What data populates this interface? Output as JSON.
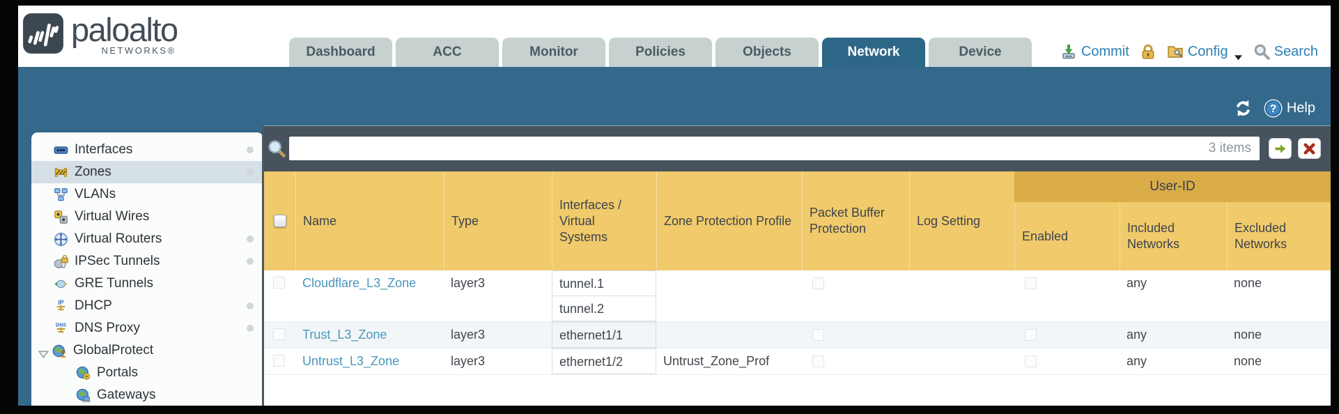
{
  "header": {
    "logo": {
      "brand": "paloalto",
      "sub": "NETWORKS®"
    },
    "tabs": [
      {
        "label": "Dashboard",
        "active": false
      },
      {
        "label": "ACC",
        "active": false
      },
      {
        "label": "Monitor",
        "active": false
      },
      {
        "label": "Policies",
        "active": false
      },
      {
        "label": "Objects",
        "active": false
      },
      {
        "label": "Network",
        "active": true
      },
      {
        "label": "Device",
        "active": false
      }
    ],
    "actions": {
      "commit_label": "Commit",
      "config_label": "Config",
      "search_label": "Search"
    }
  },
  "toolbar": {
    "help_label": "Help"
  },
  "sidebar": {
    "items": [
      {
        "label": "Interfaces",
        "icon": "interfaces",
        "dot": true
      },
      {
        "label": "Zones",
        "icon": "zones",
        "dot": true,
        "selected": true
      },
      {
        "label": "VLANs",
        "icon": "vlans"
      },
      {
        "label": "Virtual Wires",
        "icon": "virtual-wires"
      },
      {
        "label": "Virtual Routers",
        "icon": "virtual-routers",
        "dot": true
      },
      {
        "label": "IPSec Tunnels",
        "icon": "ipsec-tunnels",
        "dot": true
      },
      {
        "label": "GRE Tunnels",
        "icon": "gre-tunnels"
      },
      {
        "label": "DHCP",
        "icon": "dhcp",
        "dot": true
      },
      {
        "label": "DNS Proxy",
        "icon": "dns-proxy",
        "dot": true
      },
      {
        "label": "GlobalProtect",
        "icon": "globalprotect",
        "expanded": true
      },
      {
        "label": "Portals",
        "icon": "portals",
        "child": true
      },
      {
        "label": "Gateways",
        "icon": "gateways",
        "child": true
      }
    ]
  },
  "search": {
    "value": "",
    "count_label": "3 items"
  },
  "table": {
    "group_header": "User-ID",
    "columns": [
      "",
      "Name",
      "Type",
      "Interfaces / Virtual Systems",
      "Zone Protection Profile",
      "Packet Buffer Protection",
      "Log Setting",
      "Enabled",
      "Included Networks",
      "Excluded Networks"
    ],
    "rows": [
      {
        "name": "Cloudflare_L3_Zone",
        "type": "layer3",
        "interfaces": [
          "tunnel.1",
          "tunnel.2"
        ],
        "zone_protection_profile": "",
        "log_setting": "",
        "included_networks": "any",
        "excluded_networks": "none"
      },
      {
        "name": "Trust_L3_Zone",
        "type": "layer3",
        "interfaces": [
          "ethernet1/1"
        ],
        "zone_protection_profile": "",
        "log_setting": "",
        "included_networks": "any",
        "excluded_networks": "none"
      },
      {
        "name": "Untrust_L3_Zone",
        "type": "layer3",
        "interfaces": [
          "ethernet1/2"
        ],
        "zone_protection_profile": "Untrust_Zone_Prof",
        "log_setting": "",
        "included_networks": "any",
        "excluded_networks": "none"
      }
    ]
  }
}
